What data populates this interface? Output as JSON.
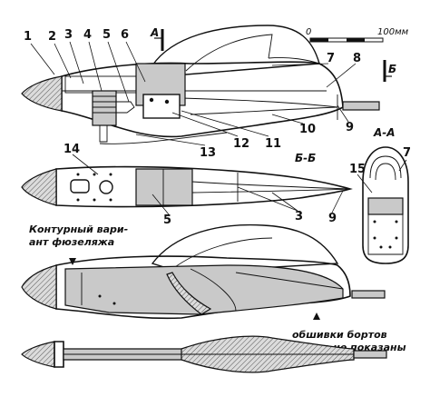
{
  "scale": {
    "zero": "0",
    "max": "100мм"
  },
  "sections": {
    "aa_mark": "А",
    "bb_mark": "Б",
    "aa_view": "А-А",
    "bb_view": "Б-Б"
  },
  "labels": [
    "1",
    "2",
    "3",
    "4",
    "5",
    "6",
    "7",
    "8",
    "9",
    "10",
    "11",
    "12",
    "13",
    "14",
    "5",
    "3",
    "9",
    "15",
    "7"
  ],
  "captions": {
    "outline_line1": "Контурный вари-",
    "outline_line2": "ант фюзеляжа",
    "note_line1": "обшивки бортов",
    "note_line2": "условно не показаны"
  }
}
